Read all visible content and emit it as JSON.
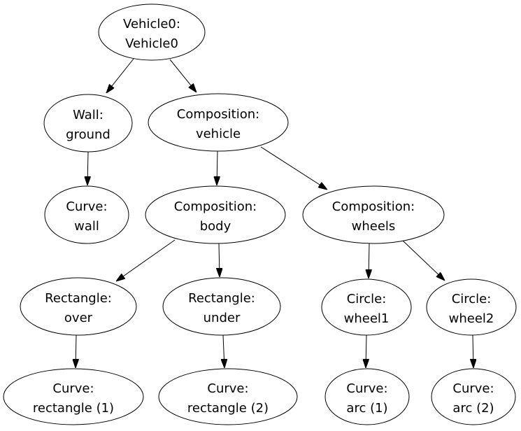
{
  "diagram": {
    "type": "tree-graph",
    "background_color": "#ffffff",
    "node_fill_color": "#ffffff",
    "node_stroke_color": "#000000",
    "edge_color": "#000000",
    "text_color": "#000000",
    "nodes": [
      {
        "id": "vehicle0",
        "line1": "Vehicle0:",
        "line2": "Vehicle0"
      },
      {
        "id": "wall-ground",
        "line1": "Wall:",
        "line2": "ground"
      },
      {
        "id": "composition-vehicle",
        "line1": "Composition:",
        "line2": "vehicle"
      },
      {
        "id": "curve-wall",
        "line1": "Curve:",
        "line2": "wall"
      },
      {
        "id": "composition-body",
        "line1": "Composition:",
        "line2": "body"
      },
      {
        "id": "composition-wheels",
        "line1": "Composition:",
        "line2": "wheels"
      },
      {
        "id": "rectangle-over",
        "line1": "Rectangle:",
        "line2": "over"
      },
      {
        "id": "rectangle-under",
        "line1": "Rectangle:",
        "line2": "under"
      },
      {
        "id": "circle-wheel1",
        "line1": "Circle:",
        "line2": "wheel1"
      },
      {
        "id": "circle-wheel2",
        "line1": "Circle:",
        "line2": "wheel2"
      },
      {
        "id": "curve-rectangle-1",
        "line1": "Curve:",
        "line2": "rectangle (1)"
      },
      {
        "id": "curve-rectangle-2",
        "line1": "Curve:",
        "line2": "rectangle (2)"
      },
      {
        "id": "curve-arc-1",
        "line1": "Curve:",
        "line2": "arc (1)"
      },
      {
        "id": "curve-arc-2",
        "line1": "Curve:",
        "line2": "arc (2)"
      }
    ],
    "edges": [
      {
        "from": "vehicle0",
        "to": "wall-ground"
      },
      {
        "from": "vehicle0",
        "to": "composition-vehicle"
      },
      {
        "from": "wall-ground",
        "to": "curve-wall"
      },
      {
        "from": "composition-vehicle",
        "to": "composition-body"
      },
      {
        "from": "composition-vehicle",
        "to": "composition-wheels"
      },
      {
        "from": "composition-body",
        "to": "rectangle-over"
      },
      {
        "from": "composition-body",
        "to": "rectangle-under"
      },
      {
        "from": "composition-wheels",
        "to": "circle-wheel1"
      },
      {
        "from": "composition-wheels",
        "to": "circle-wheel2"
      },
      {
        "from": "rectangle-over",
        "to": "curve-rectangle-1"
      },
      {
        "from": "rectangle-under",
        "to": "curve-rectangle-2"
      },
      {
        "from": "circle-wheel1",
        "to": "curve-arc-1"
      },
      {
        "from": "circle-wheel2",
        "to": "curve-arc-2"
      }
    ]
  }
}
